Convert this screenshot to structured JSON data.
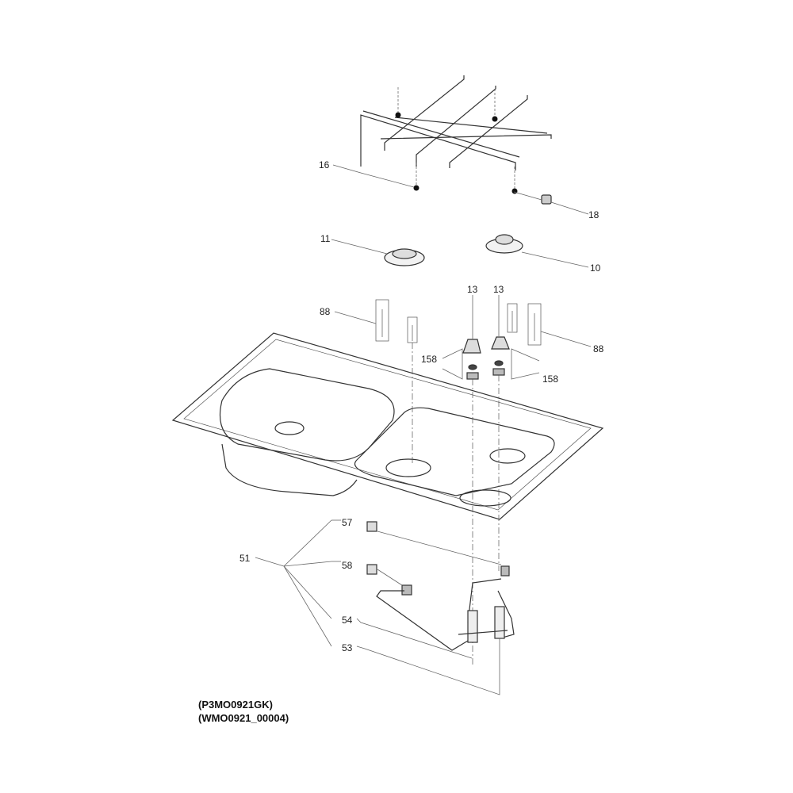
{
  "callouts": {
    "c16": "16",
    "c18": "18",
    "c11": "11",
    "c10": "10",
    "c13a": "13",
    "c13b": "13",
    "c88a": "88",
    "c88b": "88",
    "c158a": "158",
    "c158b": "158",
    "c51": "51",
    "c57": "57",
    "c58": "58",
    "c54": "54",
    "c53": "53"
  },
  "model_codes": [
    "(P3MO0921GK)",
    "(WMO0921_00004)"
  ]
}
